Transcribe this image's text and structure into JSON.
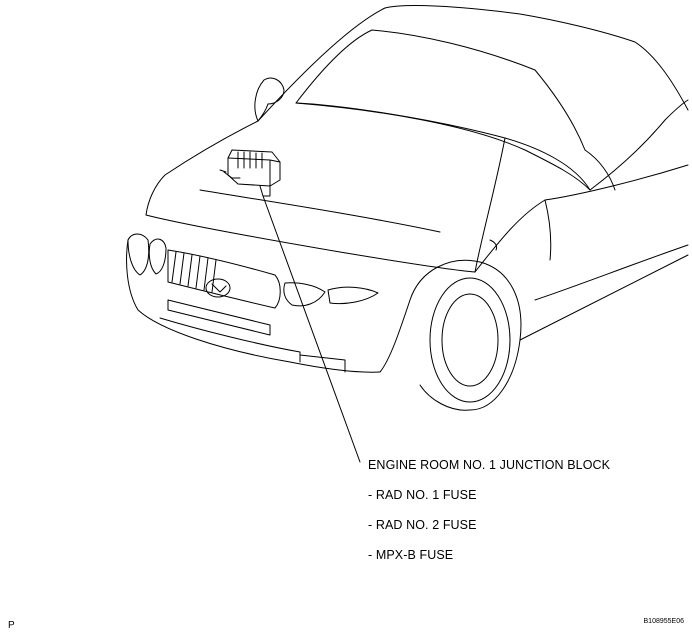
{
  "callout": {
    "title": "ENGINE ROOM NO. 1 JUNCTION BLOCK",
    "items": [
      "- RAD NO. 1 FUSE",
      "- RAD NO. 2 FUSE",
      "- MPX-B FUSE"
    ]
  },
  "footer": {
    "left_code": "P",
    "figure_id": "B108955E06"
  },
  "colors": {
    "line": "#000000",
    "background": "#ffffff"
  }
}
